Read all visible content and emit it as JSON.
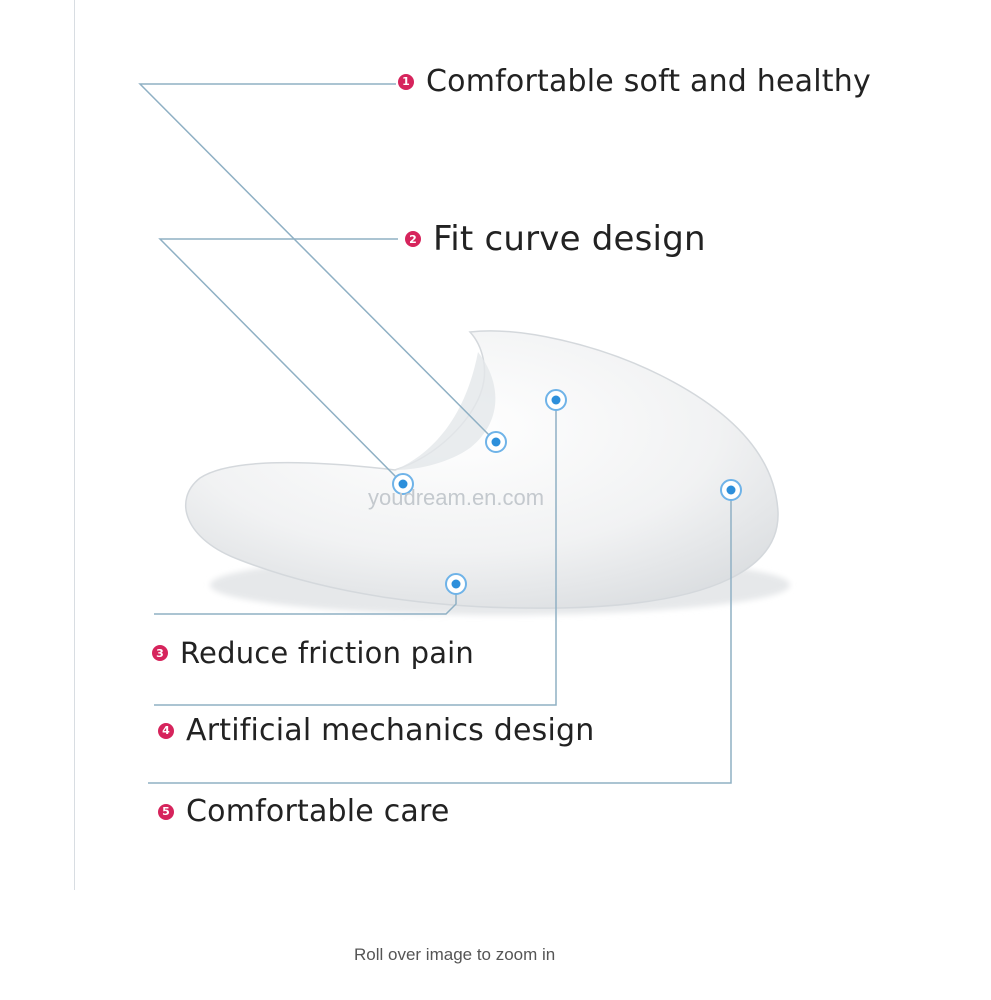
{
  "features": [
    {
      "number": "1",
      "text": "Comfortable soft and healthy"
    },
    {
      "number": "2",
      "text": "Fit curve design"
    },
    {
      "number": "3",
      "text": "Reduce friction pain"
    },
    {
      "number": "4",
      "text": "Artificial mechanics design"
    },
    {
      "number": "5",
      "text": "Comfortable care"
    }
  ],
  "watermark": "youdream.en.com",
  "caption": "Roll over image to zoom in",
  "colors": {
    "badge": "#d6245c",
    "callout_line": "#8fb0c4",
    "marker": "#2d8fdb",
    "product": "#f2f3f4"
  }
}
